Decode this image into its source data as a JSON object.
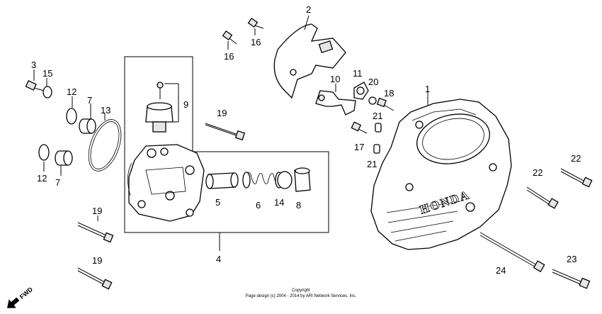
{
  "callouts": {
    "c1": "1",
    "c2": "2",
    "c3": "3",
    "c4": "4",
    "c5": "5",
    "c6": "6",
    "c7a": "7",
    "c7b": "7",
    "c8": "8",
    "c9": "9",
    "c10": "10",
    "c11": "11",
    "c12a": "12",
    "c12b": "12",
    "c13": "13",
    "c14": "14",
    "c15": "15",
    "c16a": "16",
    "c16b": "16",
    "c17": "17",
    "c18": "18",
    "c19a": "19",
    "c19b": "19",
    "c19c": "19",
    "c20": "20",
    "c21a": "21",
    "c21b": "21",
    "c22a": "22",
    "c22b": "22",
    "c23": "23",
    "c24": "24"
  },
  "cover_brand": "HONDA",
  "fwd_label": "FWD",
  "copyright": {
    "line1": "Copyright",
    "line2": "Page design (c) 2004 - 2014 by ARI Network Services, Inc."
  }
}
